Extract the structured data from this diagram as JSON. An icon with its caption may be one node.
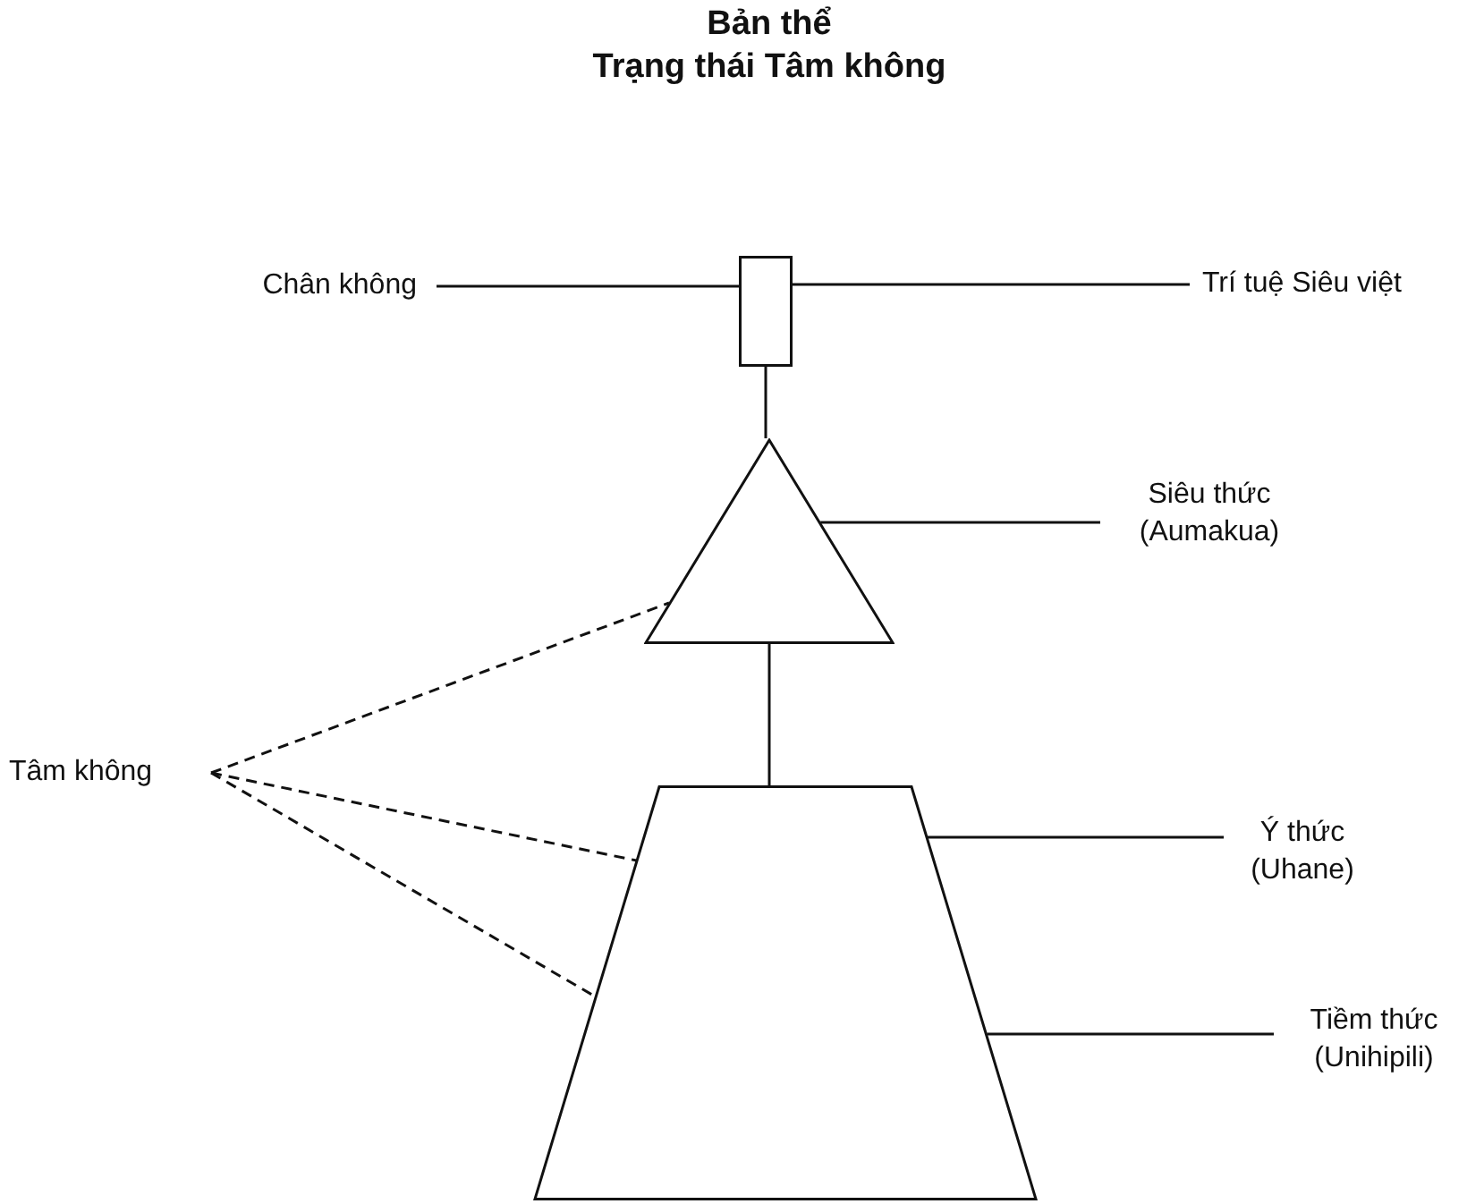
{
  "diagram": {
    "title": "Bản thể",
    "nodes": [
      {
        "text": [],
        "shape": "box"
      },
      {
        "text": [],
        "shape": "triangle"
      },
      {
        "text": [],
        "shape": "trapezoid"
      },
      {
        "text": [
          "Chân không"
        ]
      },
      {
        "text": [
          "Trí tuệ Siêu việt"
        ]
      },
      {
        "text": [
          "Siêu thức (Aumakua)"
        ]
      },
      {
        "text": [
          "Tâm không"
        ]
      },
      {
        "text": [
          "Ý thức (Uhane)"
        ]
      },
      {
        "text": [
          "Tiềm thức (Unihipili)"
        ]
      }
    ],
    "edges": [
      {
        "from": 0,
        "to": 1,
        "arrow": "none"
      },
      {
        "from": 1,
        "to": 2,
        "arrow": "none"
      },
      {
        "from": 3,
        "to": 0,
        "arrow": "none"
      },
      {
        "from": 4,
        "to": 0,
        "arrow": "none"
      },
      {
        "from": 5,
        "to": 1,
        "arrow": "none"
      },
      {
        "from": 6,
        "to": 1,
        "arrow": "none",
        "style": "dashed"
      },
      {
        "from": 6,
        "to": 2,
        "arrow": "none",
        "style": "dashed"
      },
      {
        "from": 6,
        "to": 2,
        "arrow": "none",
        "style": "dashed"
      },
      {
        "from": 7,
        "to": 2,
        "arrow": "none"
      },
      {
        "from": 8,
        "to": 2,
        "arrow": "none"
      }
    ],
    "labels": [
      "Trạng thái Tâm không"
    ]
  }
}
